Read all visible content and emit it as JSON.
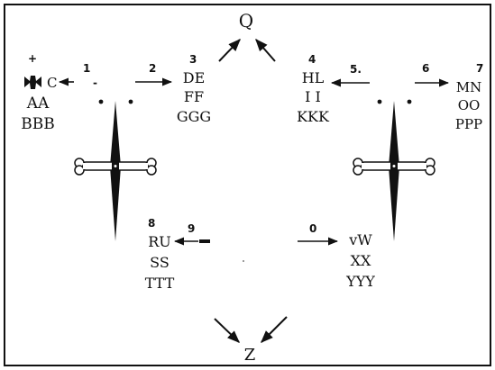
{
  "colors": {
    "ink": "#111111",
    "paper": "#ffffff"
  },
  "top_label": "Q",
  "bottom_label": "Z",
  "nodes": {
    "n1": {
      "number": "1",
      "polarity": "-"
    },
    "n2": {
      "number": "2"
    },
    "n3": {
      "number": "3",
      "lines": [
        "DE",
        "FF",
        "GGG"
      ]
    },
    "n4": {
      "number": "4",
      "lines": [
        "HL",
        "I I",
        "KKK"
      ]
    },
    "n5": {
      "number": "5."
    },
    "n6": {
      "number": "6"
    },
    "n7": {
      "number": "7",
      "lines": [
        "MN",
        "OO",
        "PPP"
      ]
    },
    "n8": {
      "number": "8",
      "lines": [
        "RU",
        "SS",
        "TTT"
      ]
    },
    "n9": {
      "number": "9"
    },
    "n0": {
      "number": "0",
      "lines": [
        "vW",
        "XX",
        "YYY"
      ]
    },
    "left_group": {
      "lines": [
        "C",
        "AA",
        "BBB"
      ]
    }
  },
  "icons": [
    "cross-icon",
    "sword-icon",
    "bone-crossguard-icon",
    "arrow-icon"
  ]
}
